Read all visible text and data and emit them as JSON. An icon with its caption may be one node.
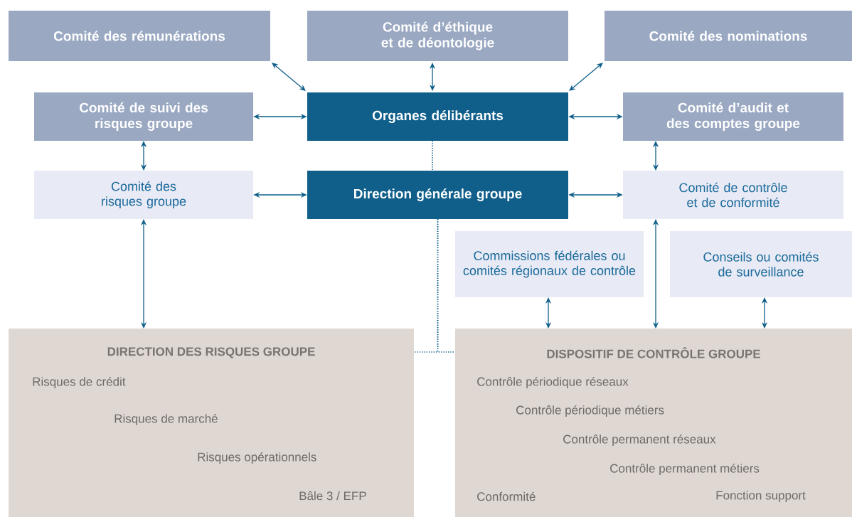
{
  "diagram": {
    "nodes": [
      {
        "text": [
          "Comité des rémunérations"
        ]
      },
      {
        "text": [
          "Comité d’éthique et de déontologie"
        ]
      },
      {
        "text": [
          "Comité des nominations"
        ]
      },
      {
        "text": [
          "Comité de suivi des risques groupe"
        ]
      },
      {
        "text": [
          "Organes délibérants"
        ]
      },
      {
        "text": [
          "Comité d’audit et des comptes groupe"
        ]
      },
      {
        "text": [
          "Comité des risques groupe"
        ]
      },
      {
        "text": [
          "Direction générale groupe"
        ]
      },
      {
        "text": [
          "Comité de contrôle et de conformité"
        ]
      },
      {
        "text": [
          "Commissions fédérales ou comités régionaux de contrôle"
        ]
      },
      {
        "text": [
          "Conseils ou comités de surveillance"
        ]
      },
      {
        "text": [
          "DIRECTION DES RISQUES GROUPE",
          "Risques de crédit",
          "Risques de marché",
          "Risques opérationnels",
          "Bâle 3 / EFP"
        ]
      },
      {
        "text": [
          "DISPOSITIF DE CONTRÔLE GROUPE",
          "Contrôle périodique réseaux",
          "Contrôle périodique métiers",
          "Contrôle permanent réseaux",
          "Contrôle permanent métiers",
          "Conformité",
          "Fonction support"
        ]
      }
    ],
    "edges": [
      {
        "from": 0,
        "to": 4,
        "arrow": "both"
      },
      {
        "from": 1,
        "to": 4,
        "arrow": "both"
      },
      {
        "from": 2,
        "to": 4,
        "arrow": "both"
      },
      {
        "from": 3,
        "to": 4,
        "arrow": "both"
      },
      {
        "from": 4,
        "to": 5,
        "arrow": "both"
      },
      {
        "from": 3,
        "to": 6,
        "arrow": "both"
      },
      {
        "from": 5,
        "to": 8,
        "arrow": "both"
      },
      {
        "from": 6,
        "to": 7,
        "arrow": "both"
      },
      {
        "from": 7,
        "to": 8,
        "arrow": "both"
      },
      {
        "from": 6,
        "to": 11,
        "arrow": "both"
      },
      {
        "from": 9,
        "to": 12,
        "arrow": "both"
      },
      {
        "from": 8,
        "to": 12,
        "arrow": "both"
      },
      {
        "from": 10,
        "to": 12,
        "arrow": "both"
      },
      {
        "from": 4,
        "to": 7,
        "arrow": "none",
        "style": "dashed"
      },
      {
        "from": 7,
        "to": 11,
        "arrow": "none",
        "style": "dashed"
      },
      {
        "from": 7,
        "to": 12,
        "arrow": "none",
        "style": "dashed"
      }
    ]
  }
}
